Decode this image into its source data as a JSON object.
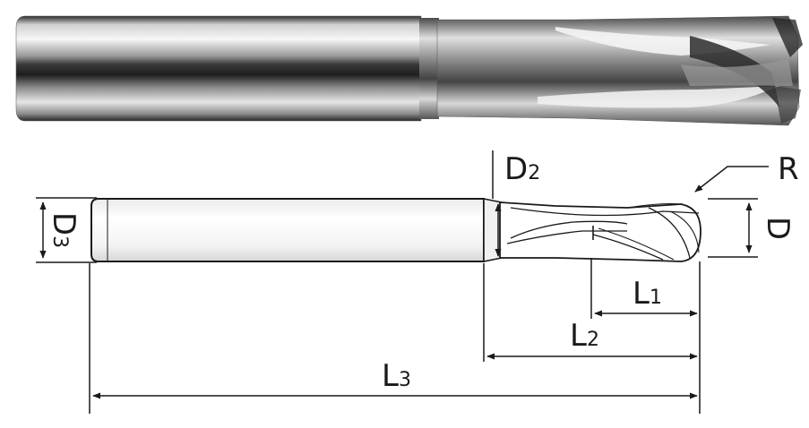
{
  "photo": {
    "icon": "end-mill-photo-icon"
  },
  "drawing": {
    "icon": "end-mill-drawing-icon"
  },
  "dimensions": {
    "D2": {
      "main": "D",
      "sub": "2"
    },
    "R": {
      "main": "R"
    },
    "D3": {
      "main": "D",
      "sub": "3"
    },
    "D": {
      "main": "D"
    },
    "L1": {
      "main": "L",
      "sub": "1"
    },
    "L2": {
      "main": "L",
      "sub": "2"
    },
    "L3": {
      "main": "L",
      "sub": "3"
    }
  },
  "colors": {
    "line": "#1a1a1a",
    "steel_dark": "#2a2a2a",
    "steel_light": "#f2f2f2"
  }
}
